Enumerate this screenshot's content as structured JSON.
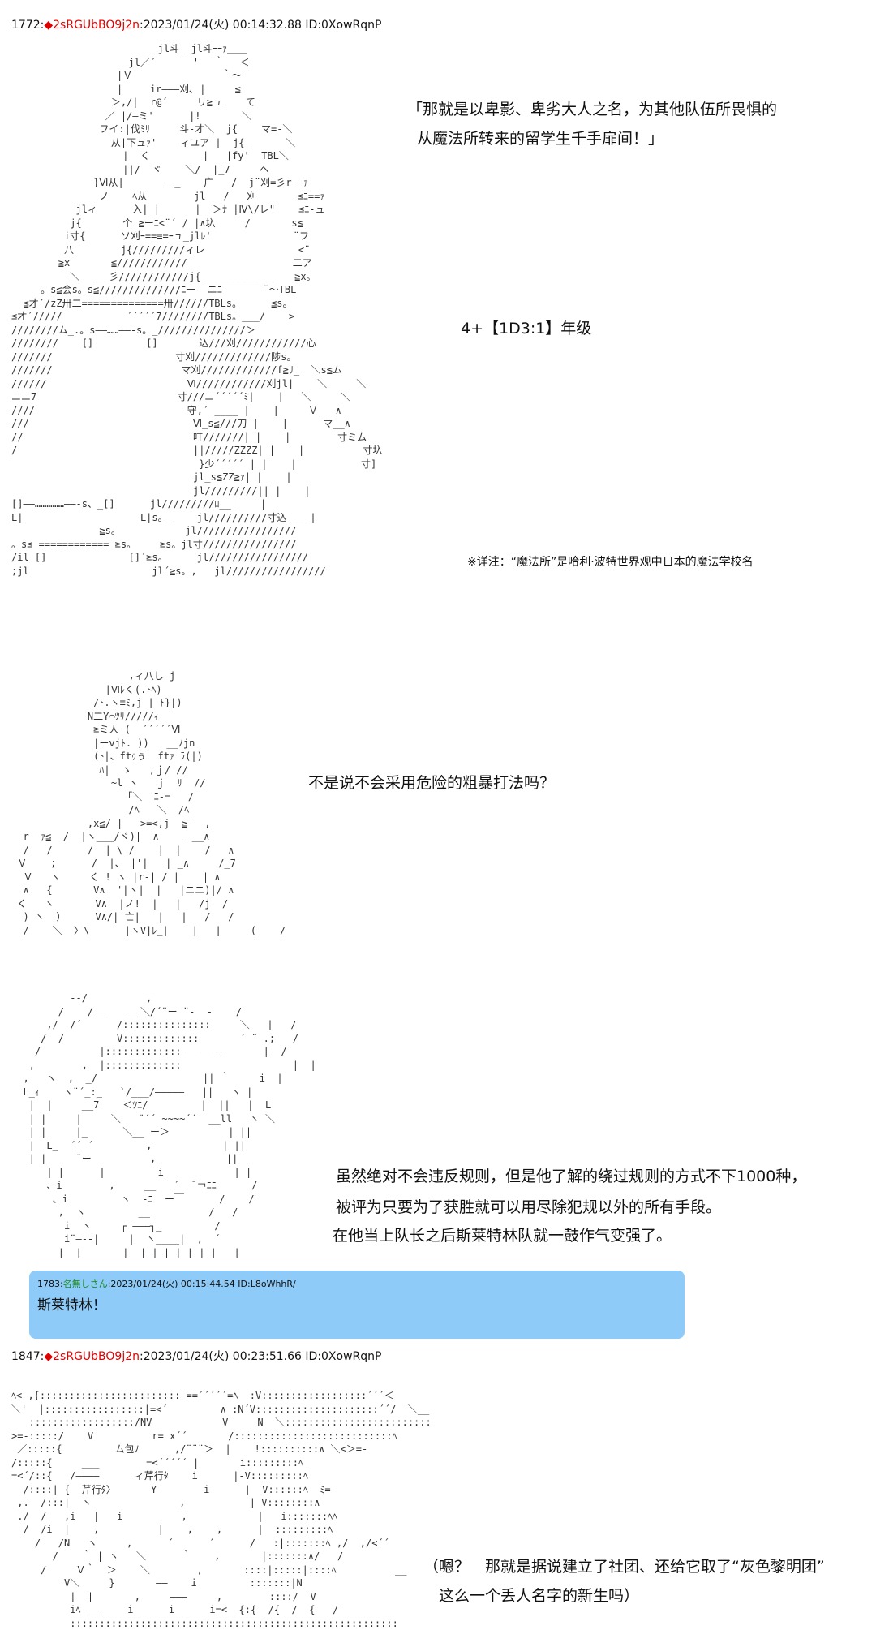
{
  "post1": {
    "number": "1772",
    "separator": ":",
    "diamond": "◆",
    "trip": "2sRGUbBO9j2n",
    "date": ":2023/01/24(火) 00:14:32.88",
    "id": " ID:0XowRqnP",
    "panels": [
      {
        "lines": [
          "「那就是以卑影、卑劣大人之名，为其他队伍所畏惧的",
          "从魔法所转来的留学生千手扉间！」"
        ]
      },
      {
        "lines": [
          "4+【1D3:1】年级"
        ]
      },
      {
        "lines": [
          "※详注：“魔法所”是哈利·波特世界观中日本的魔法学校名"
        ]
      },
      {
        "lines": [
          "不是说不会采用危险的粗暴打法吗？"
        ]
      },
      {
        "lines": [
          "虽然绝对不会违反规则，但是他了解的绕过规则的方式不下1000种，",
          "被评为只要为了获胜就可以用尽除犯规以外的所有手段。",
          "在他当上队长之后斯莱特林队就一鼓作气变强了。"
        ]
      }
    ]
  },
  "reply": {
    "number": "1783",
    "name": "名無しさん",
    "date": ":2023/01/24(火) 00:15:44.54",
    "id": " ID:L8oWhhR/",
    "text": "斯莱特林！"
  },
  "post2": {
    "number": "1847",
    "separator": ":",
    "diamond": "◆",
    "trip": "2sRGUbBO9j2n",
    "date": ":2023/01/24(火) 00:23:51.66",
    "id": " ID:0XowRqnP",
    "lines": [
      "（嗯？　那就是据说建立了社团、还给它取了“灰色黎明团”",
      "　这么一个丢人名字的新生吗）"
    ]
  }
}
